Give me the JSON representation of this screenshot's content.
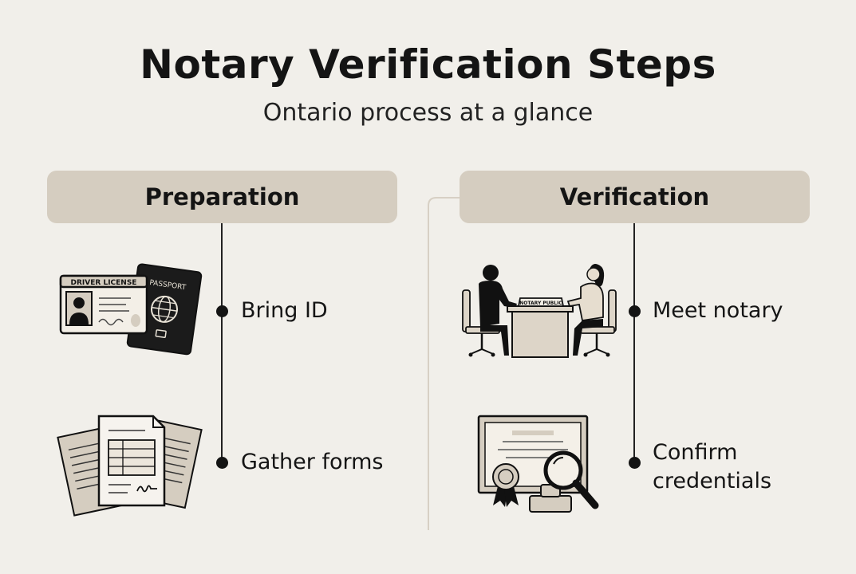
{
  "title": "Notary Verification Steps",
  "subtitle": "Ontario process at a glance",
  "columns": [
    {
      "header": "Preparation",
      "steps": [
        {
          "label": "Bring ID",
          "icon": "id-cards-icon"
        },
        {
          "label": "Gather forms",
          "icon": "forms-icon"
        }
      ]
    },
    {
      "header": "Verification",
      "steps": [
        {
          "label": "Meet notary",
          "icon": "notary-meeting-icon"
        },
        {
          "label": "Confirm credentials",
          "icon": "credentials-certificate-icon"
        }
      ]
    }
  ],
  "icon_text": {
    "license": "DRIVER LICENSE",
    "passport": "PASSPORT",
    "nameplate": "NOTARY PUBLIC"
  },
  "colors": {
    "background": "#f1efea",
    "header_fill": "#d5cdc0",
    "ink": "#141414",
    "paper": "#e1d9cc"
  }
}
